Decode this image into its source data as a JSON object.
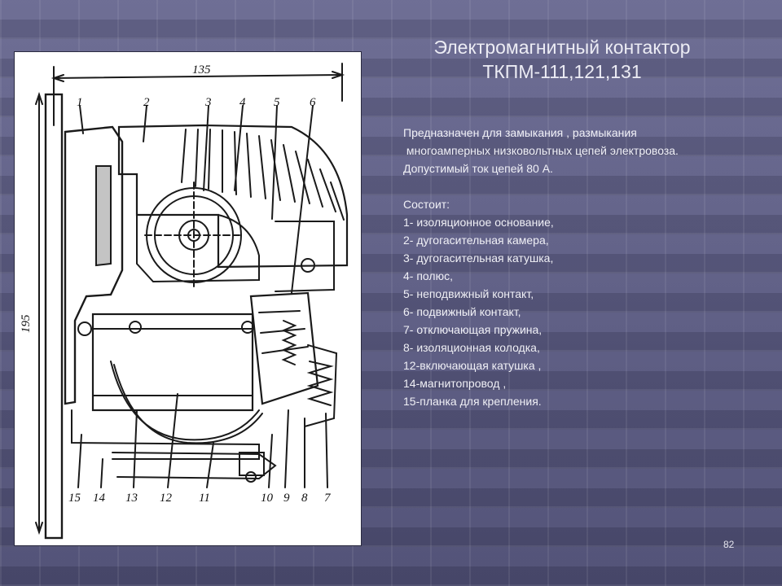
{
  "slide": {
    "title_line1": "Электромагнитный контактор",
    "title_line2": "ТКПМ-111,121,131",
    "purpose_line1": "Предназначен для замыкания , размыкания",
    "purpose_line2": " многоамперных низковольтных цепей электровоза.",
    "purpose_line3": "Допустимый ток цепей 80 А.",
    "consists_heading": "Состоит:",
    "parts": [
      "1- изоляционное основание,",
      "2- дугогасительная камера,",
      "3- дугогасительная катушка,",
      "4- полюс,",
      "5- неподвижный контакт,",
      "6- подвижный контакт,",
      "7- отключающая пружина,",
      "8- изоляционная колодка,",
      "12-включающая катушка ,",
      "14-магнитопровод ,",
      "15-планка для крепления."
    ],
    "page_number": "82"
  },
  "drawing": {
    "dim_width": "135",
    "dim_height": "195",
    "labels_top": [
      "1",
      "2",
      "3",
      "4",
      "5",
      "6"
    ],
    "labels_bottom": [
      "15",
      "14",
      "13",
      "12",
      "11",
      "10",
      "9",
      "8",
      "7"
    ]
  }
}
